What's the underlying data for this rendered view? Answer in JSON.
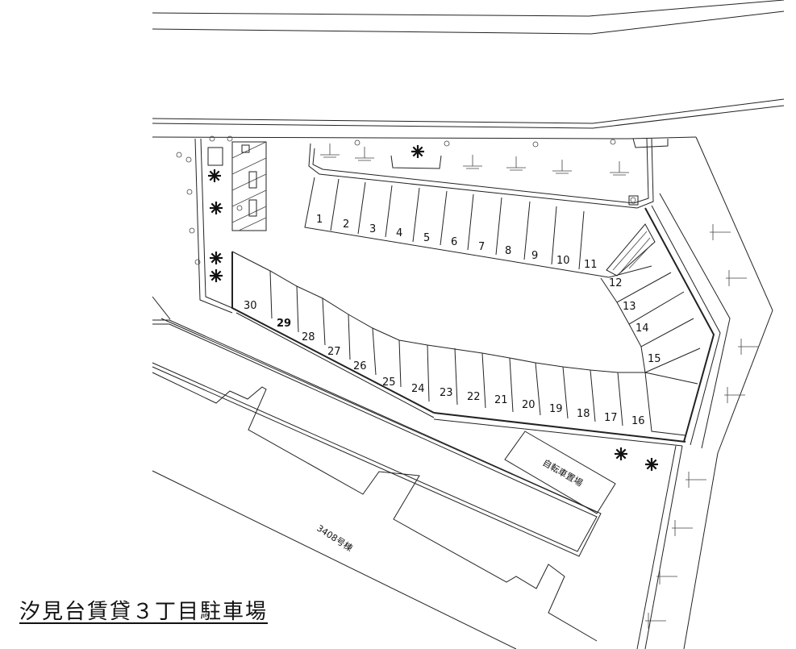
{
  "title": "汐見台賃貸３丁目駐車場",
  "building_label": "3408号棟",
  "bicycle_parking_label": "自転車置場",
  "stall_numbers": [
    "1",
    "2",
    "3",
    "4",
    "5",
    "6",
    "7",
    "8",
    "9",
    "10",
    "11",
    "12",
    "13",
    "14",
    "15",
    "16",
    "17",
    "18",
    "19",
    "20",
    "21",
    "22",
    "23",
    "24",
    "25",
    "26",
    "27",
    "28",
    "29",
    "30"
  ],
  "colors": {
    "line": "#222222",
    "background": "#ffffff"
  },
  "icon_names": [
    "tree-icon",
    "light-pole-icon",
    "hydrant-icon"
  ]
}
